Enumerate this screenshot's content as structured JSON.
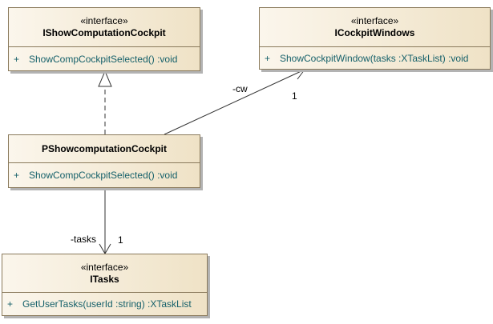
{
  "classes": {
    "show_comp": {
      "stereotype": "«interface»",
      "name": "IShowComputationCockpit",
      "op_visibility": "+",
      "operation": "ShowCompCockpitSelected() :void"
    },
    "cockpit_windows": {
      "stereotype": "«interface»",
      "name": "ICockpitWindows",
      "op_visibility": "+",
      "operation": "ShowCockpitWindow(tasks :XTaskList) :void"
    },
    "pshow": {
      "name": "PShowcomputationCockpit",
      "op_visibility": "+",
      "operation": "ShowCompCockpitSelected() :void"
    },
    "itasks": {
      "stereotype": "«interface»",
      "name": "ITasks",
      "op_visibility": "+",
      "operation": "GetUserTasks(userId :string) :XTaskList"
    }
  },
  "associations": {
    "cw": {
      "role": "-cw",
      "multiplicity": "1"
    },
    "tasks": {
      "role": "-tasks",
      "multiplicity": "1"
    }
  },
  "colors": {
    "box_fill_light": "#fbf6ec",
    "box_fill_dark": "#efe2c6",
    "box_border": "#8a7a5c",
    "operation_text": "#15606a",
    "line": "#333333"
  }
}
